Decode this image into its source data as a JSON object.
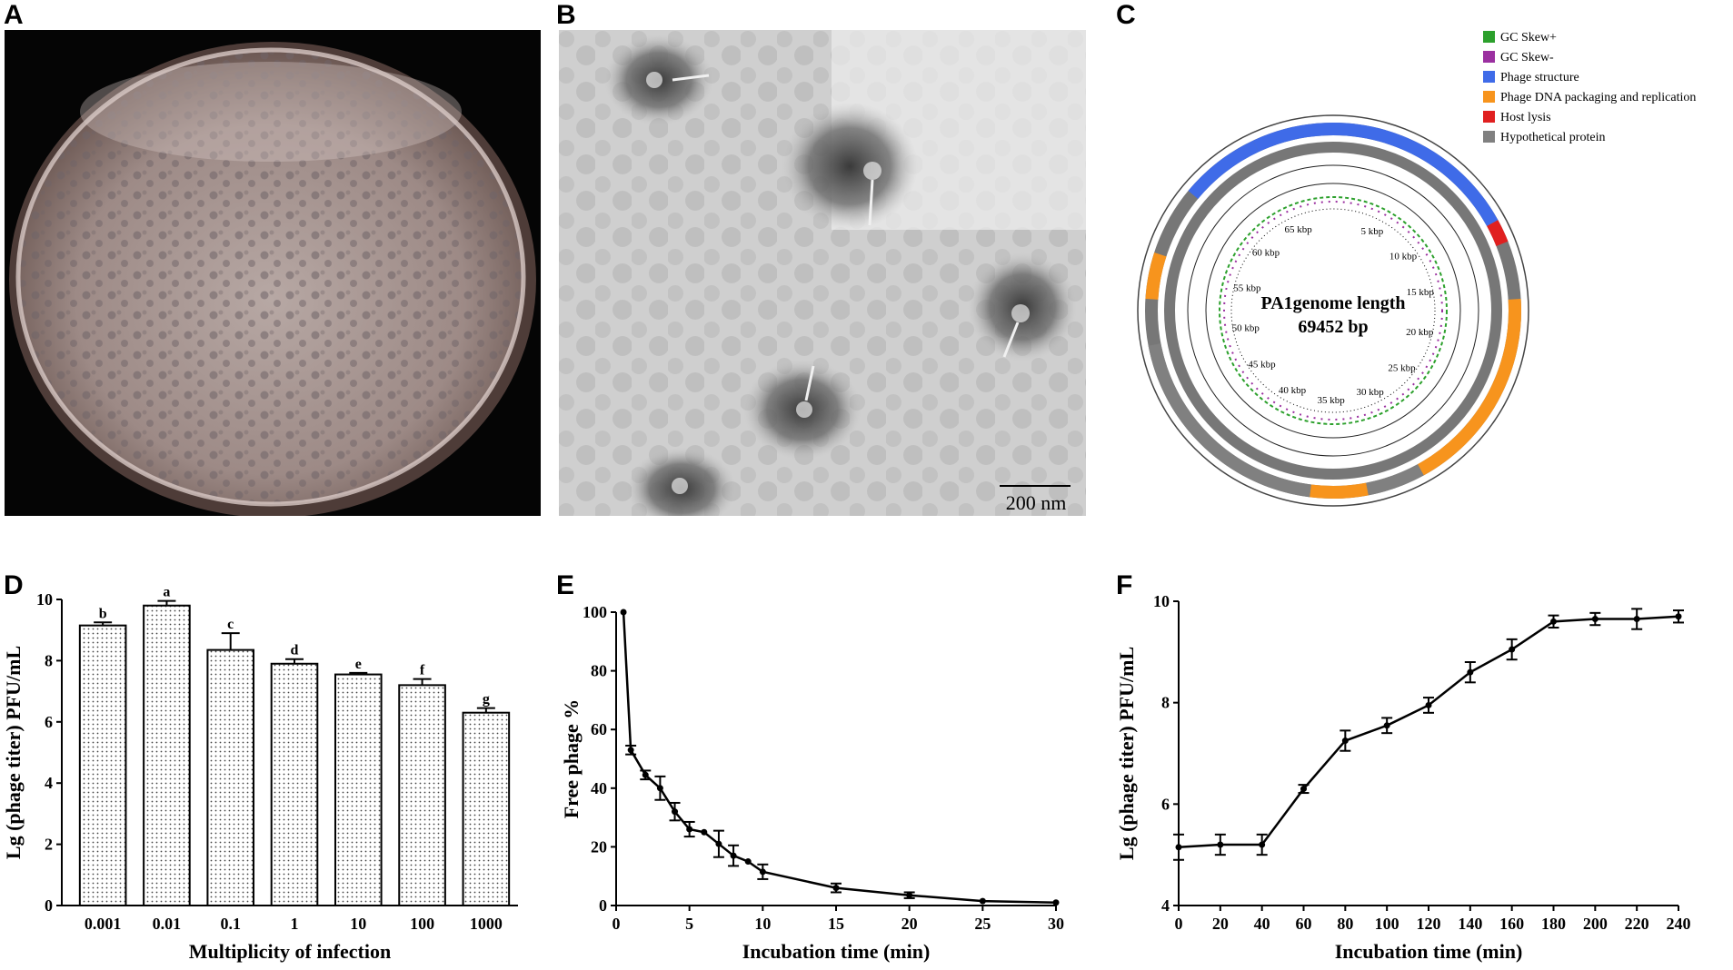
{
  "panels": {
    "A": {
      "letter": "A"
    },
    "B": {
      "letter": "B",
      "scale_bar": "200 nm"
    },
    "C": {
      "letter": "C",
      "title_line1": "PA1genome length",
      "title_line2": "69452 bp",
      "ring_ticks": [
        "5 kbp",
        "10 kbp",
        "15 kbp",
        "20 kbp",
        "25 kbp",
        "30 kbp",
        "35 kbp",
        "40 kbp",
        "45 kbp",
        "50 kbp",
        "55 kbp",
        "60 kbp",
        "65 kbp"
      ],
      "legend": [
        {
          "label": "GC Skew+",
          "color": "#2ca02c"
        },
        {
          "label": "GC Skew-",
          "color": "#9b30a0"
        },
        {
          "label": "Phage structure",
          "color": "#3f6be8"
        },
        {
          "label": "Phage DNA packaging and replication",
          "color": "#f7941d"
        },
        {
          "label": "Host lysis",
          "color": "#e02020"
        },
        {
          "label": "Hypothetical protein",
          "color": "#808080"
        }
      ]
    },
    "D": {
      "letter": "D"
    },
    "E": {
      "letter": "E"
    },
    "F": {
      "letter": "F"
    }
  },
  "chart_data": [
    {
      "id": "D",
      "type": "bar",
      "categories": [
        "0.001",
        "0.01",
        "0.1",
        "1",
        "10",
        "100",
        "1000"
      ],
      "values": [
        9.15,
        9.8,
        8.35,
        7.9,
        7.55,
        7.2,
        6.3
      ],
      "errors": [
        0.1,
        0.15,
        0.55,
        0.15,
        0.05,
        0.2,
        0.15
      ],
      "letters": [
        "b",
        "a",
        "c",
        "d",
        "e",
        "f",
        "g"
      ],
      "xlabel": "Multiplicity of infection",
      "ylabel": "Lg (phage titer) PFU/mL",
      "ylim": [
        0,
        10
      ],
      "yticks": [
        0,
        2,
        4,
        6,
        8,
        10
      ]
    },
    {
      "id": "E",
      "type": "line",
      "x": [
        0.5,
        1,
        2,
        3,
        4,
        5,
        6,
        7,
        8,
        9,
        10,
        15,
        20,
        25,
        30
      ],
      "y": [
        100,
        53,
        44.5,
        40,
        32,
        26,
        25,
        21,
        17,
        15,
        11.5,
        6,
        3.5,
        1.5,
        1
      ],
      "errors": [
        0,
        1.5,
        1.5,
        4,
        3,
        2.5,
        0,
        4.5,
        3.5,
        0,
        2.5,
        1.5,
        1,
        0,
        0
      ],
      "xlabel": "Incubation time (min)",
      "ylabel": "Free phage %",
      "xlim": [
        0,
        30
      ],
      "ylim": [
        0,
        100
      ],
      "xticks": [
        0,
        5,
        10,
        15,
        20,
        25,
        30
      ],
      "yticks": [
        0,
        20,
        40,
        60,
        80,
        100
      ]
    },
    {
      "id": "F",
      "type": "line",
      "x": [
        0,
        20,
        40,
        60,
        80,
        100,
        120,
        140,
        160,
        180,
        200,
        220,
        240
      ],
      "y": [
        5.15,
        5.2,
        5.2,
        6.3,
        7.25,
        7.55,
        7.95,
        8.6,
        9.05,
        9.6,
        9.65,
        9.65,
        9.7
      ],
      "errors": [
        0.25,
        0.2,
        0.2,
        0.08,
        0.2,
        0.15,
        0.15,
        0.2,
        0.2,
        0.12,
        0.12,
        0.2,
        0.12
      ],
      "xlabel": "Incubation time (min)",
      "ylabel": "Lg (phage titer) PFU/mL",
      "xlim": [
        0,
        240
      ],
      "ylim": [
        4,
        10
      ],
      "xticks": [
        0,
        20,
        40,
        60,
        80,
        100,
        120,
        140,
        160,
        180,
        200,
        220,
        240
      ],
      "yticks": [
        4,
        6,
        8,
        10
      ]
    }
  ]
}
